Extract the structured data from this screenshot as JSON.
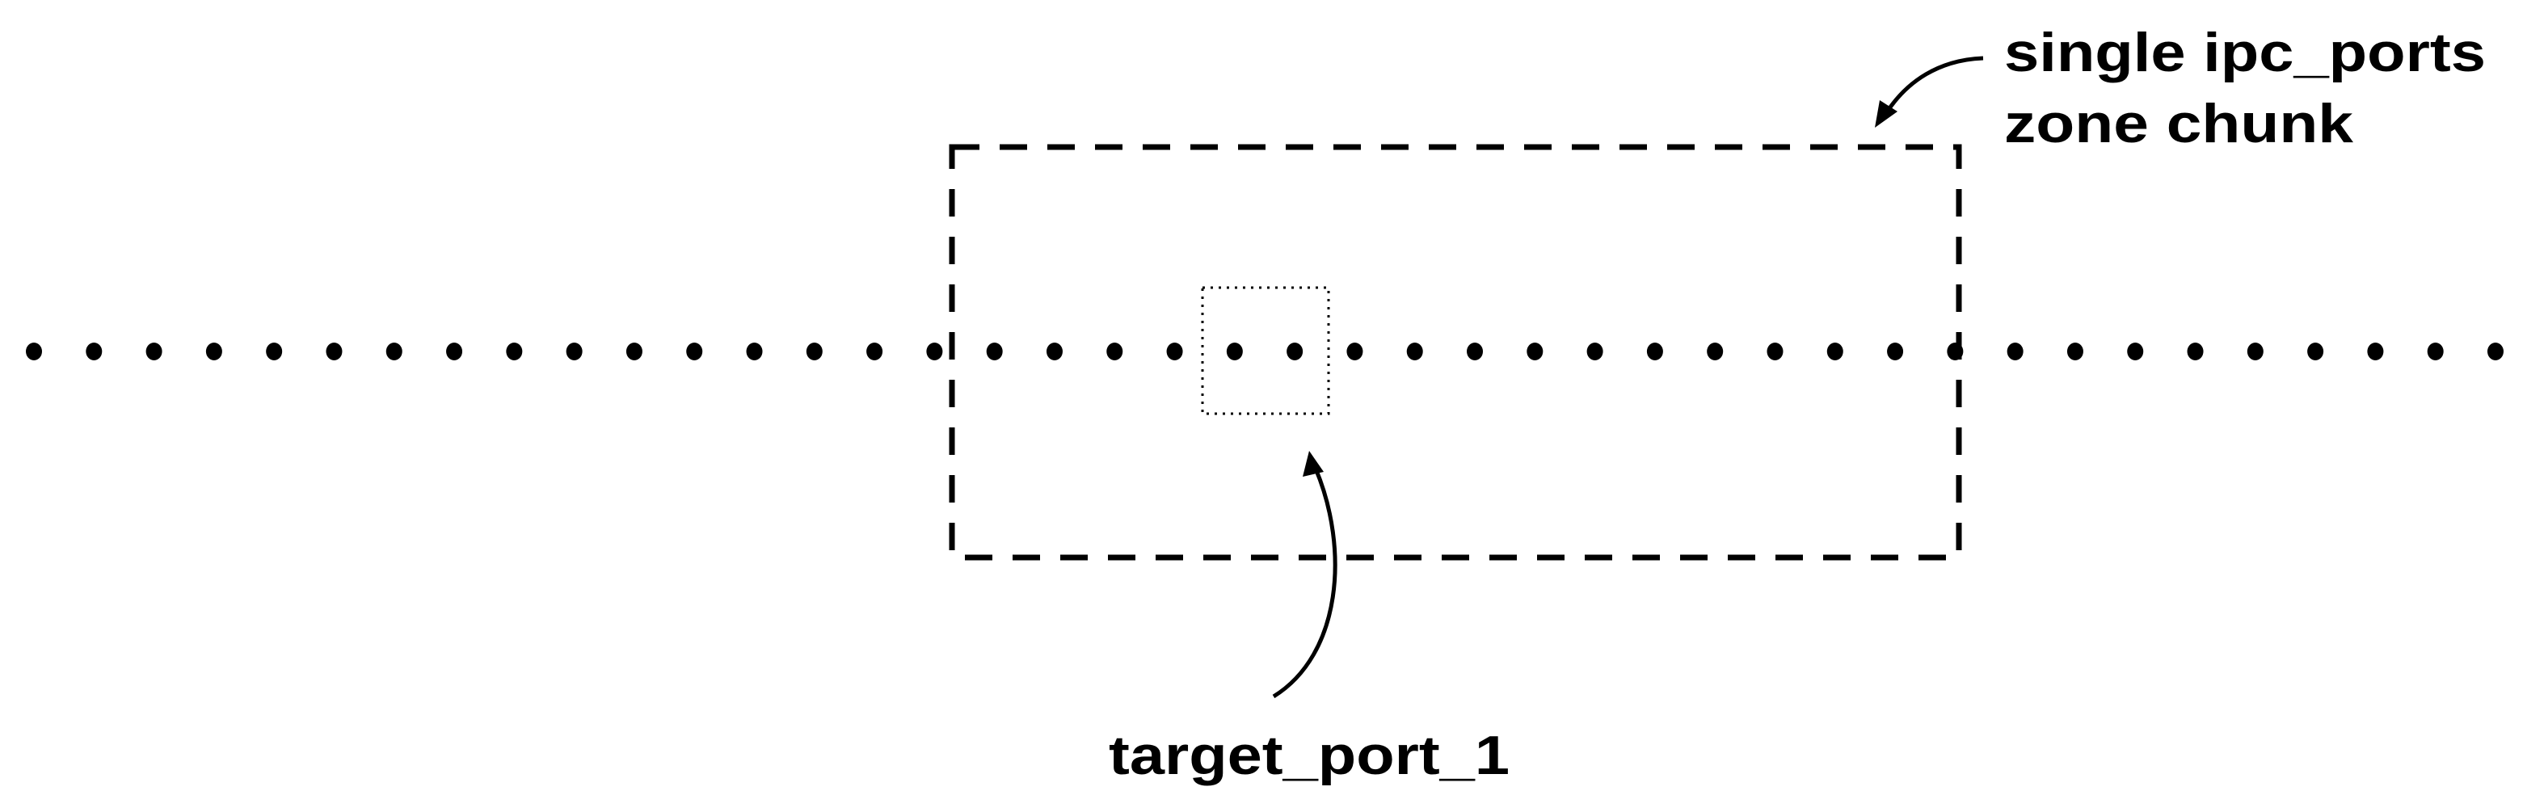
{
  "labels": {
    "zone_chunk_line1": "single ipc_ports",
    "zone_chunk_line2": "zone chunk",
    "target_port": "target_port_1"
  },
  "dot_count": 42,
  "colors": {
    "ink": "#000000",
    "background": "#ffffff"
  }
}
